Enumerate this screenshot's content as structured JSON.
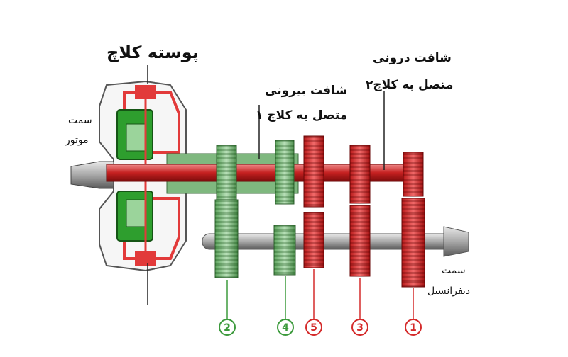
{
  "labels": {
    "clutch_housing": "پوسته کلاچ",
    "inner_shaft_line1": "شافت درونی",
    "inner_shaft_line2": "متصل به کلاچ۲",
    "outer_shaft_line1": "شافت بیرونی",
    "outer_shaft_line2": "متصل به کلاچ ۱",
    "engine_side_line1": "سمت",
    "engine_side_line2": "موتور",
    "diff_side_line1": "سمت",
    "diff_side_line2": "دیفرانسیل"
  },
  "gear_numbers": [
    {
      "num": "2",
      "color": "#3c9a3c"
    },
    {
      "num": "4",
      "color": "#3c9a3c"
    },
    {
      "num": "5",
      "color": "#d42a2a"
    },
    {
      "num": "3",
      "color": "#d42a2a"
    },
    {
      "num": "1",
      "color": "#d42a2a"
    }
  ],
  "colors": {
    "clutch2_red": "#d42a2a",
    "clutch1_green": "#2e9e2e",
    "shaft_grey": "#9a9a9a",
    "leader_line": "#222222"
  }
}
